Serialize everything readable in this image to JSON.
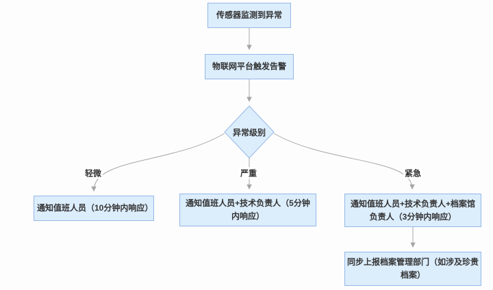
{
  "flowchart": {
    "nodes": {
      "sensor": {
        "label": "传感器监测到异常"
      },
      "iot_alarm": {
        "label": "物联网平台触发告警"
      },
      "severity": {
        "label": "异常级别"
      },
      "minor_action": {
        "label": "通知值班人员（10分钟内响应）"
      },
      "serious_action": {
        "label": "通知值班人员+技术负责人（5分钟内响应）"
      },
      "urgent_action": {
        "label": "通知值班人员+技术负责人+档案馆负责人（3分钟内响应）"
      },
      "report_action": {
        "label": "同步上报档案管理部门（如涉及珍贵档案）"
      }
    },
    "edge_labels": {
      "minor": "轻微",
      "serious": "严重",
      "urgent": "紧急"
    },
    "colors": {
      "node_fill": "#dcedfc",
      "node_border": "#94b7e5",
      "connector": "#a6a6a6",
      "label_text": "#333333"
    }
  }
}
